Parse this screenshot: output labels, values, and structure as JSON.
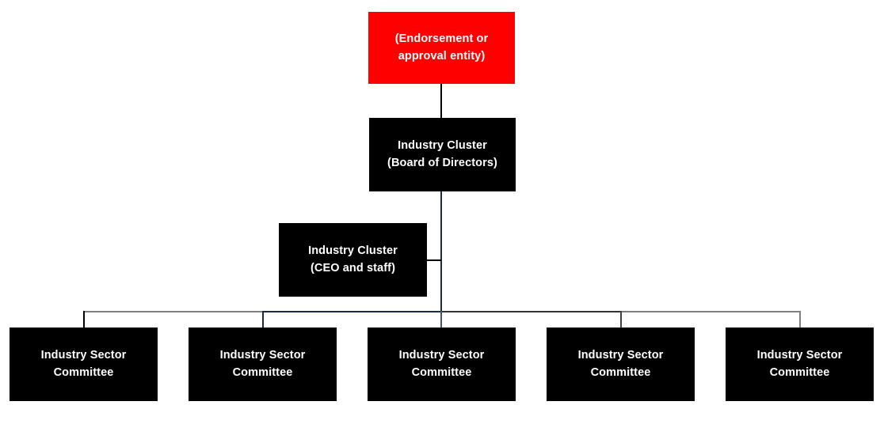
{
  "background": "#ffffff",
  "text_color": "#ffffff",
  "nodes": {
    "endorsement": {
      "line1": "(Endorsement or",
      "line2": "approval entity)",
      "fill": "#ff0000"
    },
    "board": {
      "line1": "Industry Cluster",
      "line2": "(Board of Directors)",
      "fill": "#000000"
    },
    "ceo": {
      "line1": "Industry Cluster",
      "line2": "(CEO and staff)",
      "fill": "#000000"
    },
    "committees": [
      {
        "line1": "Industry Sector",
        "line2": "Committee",
        "fill": "#000000"
      },
      {
        "line1": "Industry Sector",
        "line2": "Committee",
        "fill": "#000000"
      },
      {
        "line1": "Industry Sector",
        "line2": "Committee",
        "fill": "#000000"
      },
      {
        "line1": "Industry Sector",
        "line2": "Committee",
        "fill": "#000000"
      },
      {
        "line1": "Industry Sector",
        "line2": "Committee",
        "fill": "#000000"
      }
    ]
  },
  "connectors": {
    "endorsement_to_board": "#000000",
    "board_to_bus": "#1b2b47",
    "ceo_to_center": "#000000",
    "bus_segments": [
      "#7f7f7f",
      "#1b2b47",
      "#333333",
      "#7f7f7f"
    ],
    "drops": [
      "#000000",
      "#1b2b47",
      "#44546a",
      "#404040",
      "#7f7f7f"
    ]
  }
}
